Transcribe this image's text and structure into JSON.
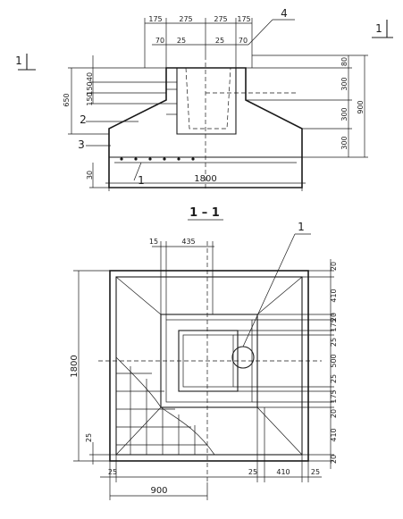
{
  "section_label": "1 – 1",
  "section_marks": {
    "left": "1",
    "right": "1"
  },
  "callouts": {
    "c1_top": "1",
    "c1_plan": "1",
    "c2": "2",
    "c3": "3",
    "c4": "4"
  },
  "elevation": {
    "top_dims": [
      "175",
      "275",
      "275",
      "175"
    ],
    "inner_dims": [
      "70",
      "25",
      "25",
      "70"
    ],
    "left_dims": [
      "40",
      "150",
      "150"
    ],
    "left_overall": "650",
    "left_small": "30",
    "right_dims": [
      "80",
      "300",
      "300",
      "300"
    ],
    "right_overall": "900",
    "bottom_overall": "1800"
  },
  "plan": {
    "top_dims": [
      "15",
      "435"
    ],
    "left_overall": "1800",
    "left_small": "25",
    "right_dims": [
      "20",
      "410",
      "20",
      "175",
      "25",
      "500",
      "25",
      "175",
      "20",
      "410",
      "20"
    ],
    "bottom_dims": [
      "25",
      "25",
      "410",
      "25"
    ],
    "bottom_overall": "900"
  }
}
